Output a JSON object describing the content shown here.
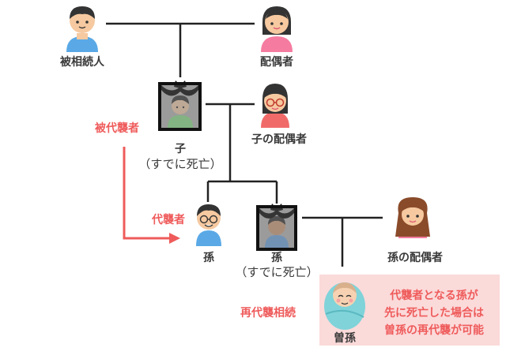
{
  "people": {
    "decedent": "被相続人",
    "spouse": "配偶者",
    "child": "子",
    "child_note": "（すでに死亡）",
    "child_spouse": "子の配偶者",
    "grandchild": "孫",
    "grandchild2": "孫",
    "grandchild2_note": "（すでに死亡）",
    "grandchild_spouse": "孫の配偶者",
    "great_grandchild": "曽孫"
  },
  "annotations": {
    "substituted": "被代襲者",
    "substitute": "代襲者",
    "re_substitution": "再代襲相続"
  },
  "note": {
    "line1": "代襲者となる孫が",
    "line2": "先に死亡した場合は",
    "line3": "曽孫の再代襲が可能"
  },
  "colors": {
    "accent_red": "#ef5b5b",
    "note_bg": "#fbdada",
    "line": "#222222"
  }
}
